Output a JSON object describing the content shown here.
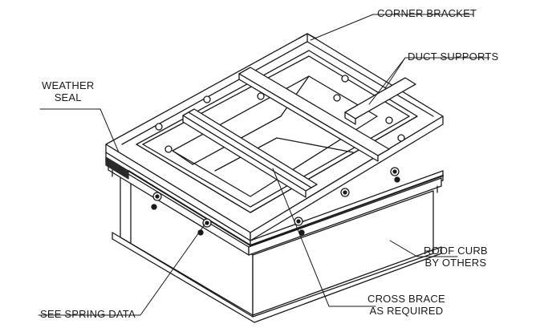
{
  "labels": {
    "corner_bracket": "CORNER BRACKET",
    "duct_supports": "DUCT SUPPORTS",
    "weather_seal": [
      "WEATHER",
      "SEAL"
    ],
    "roof_curb": [
      "ROOF CURB",
      "BY OTHERS"
    ],
    "cross_brace": [
      "CROSS BRACE",
      "AS REQUIRED"
    ],
    "spring_data": "SEE SPRING DATA"
  },
  "colors": {
    "line": "#1a1a1a",
    "seal_band": "#2a2a2a",
    "background": "#ffffff"
  }
}
